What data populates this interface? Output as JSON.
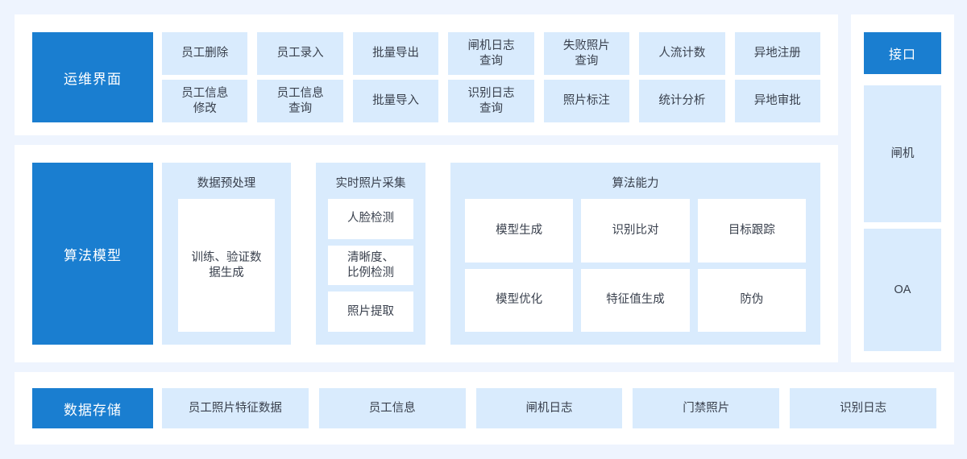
{
  "background_color": "#eef4fe",
  "accent_color": "#1a7ed0",
  "tile_color": "#d9ebfd",
  "text_color": "#39404d",
  "sections": {
    "ops": {
      "title": "运维界面",
      "tiles": [
        "员工删除",
        "员工录入",
        "批量导出",
        "闸机日志\n查询",
        "失败照片\n查询",
        "人流计数",
        "异地注册",
        "员工信息\n修改",
        "员工信息\n查询",
        "批量导入",
        "识别日志\n查询",
        "照片标注",
        "统计分析",
        "异地审批"
      ]
    },
    "interface": {
      "title": "接口",
      "tiles": [
        "闸机",
        "OA"
      ]
    },
    "algorithm": {
      "title": "算法模型",
      "panels": [
        {
          "title": "数据预处理",
          "items": [
            "训练、验证数\n据生成"
          ]
        },
        {
          "title": "实时照片采集",
          "items": [
            "人脸检测",
            "清晰度、\n比例检测",
            "照片提取"
          ]
        },
        {
          "title": "算法能力",
          "items": [
            "模型生成",
            "识别比对",
            "目标跟踪",
            "模型优化",
            "特征值生成",
            "防伪"
          ]
        }
      ]
    },
    "storage": {
      "title": "数据存储",
      "tiles": [
        "员工照片特征数据",
        "员工信息",
        "闸机日志",
        "门禁照片",
        "识别日志"
      ]
    }
  }
}
